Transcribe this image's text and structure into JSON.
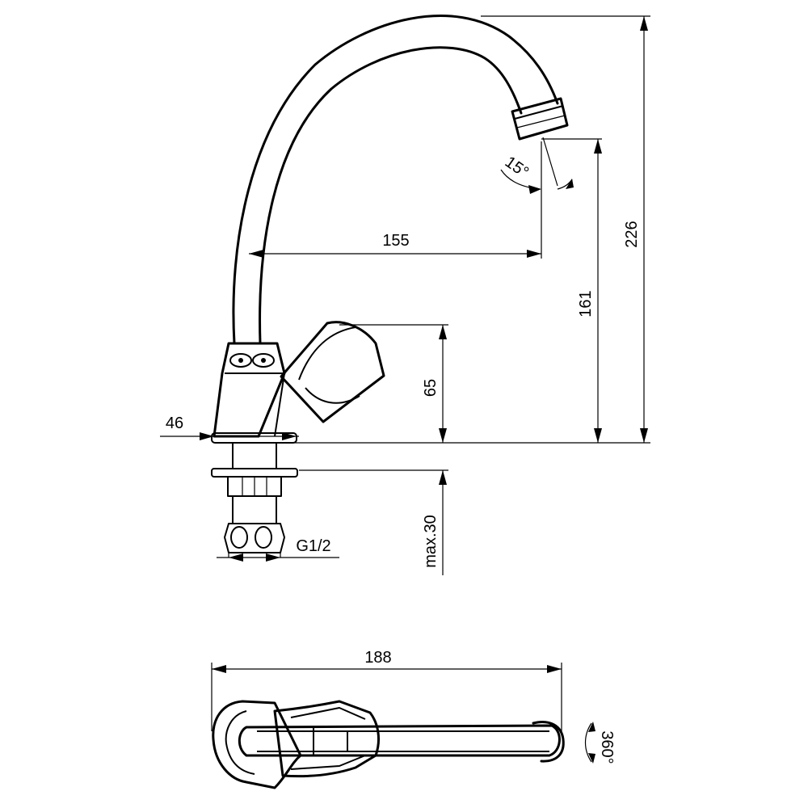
{
  "dimensions": {
    "spout_reach": "155",
    "total_height": "226",
    "outlet_height": "161",
    "handle_height": "65",
    "base_width": "46",
    "thread_size": "G1/2",
    "max_deck_thickness": "max.30",
    "top_view_length": "188",
    "spout_angle": "15°",
    "swivel_rotation": "360°"
  },
  "icons": {
    "swivel": "rotation-arrow-icon",
    "angle": "angle-arc-icon"
  }
}
